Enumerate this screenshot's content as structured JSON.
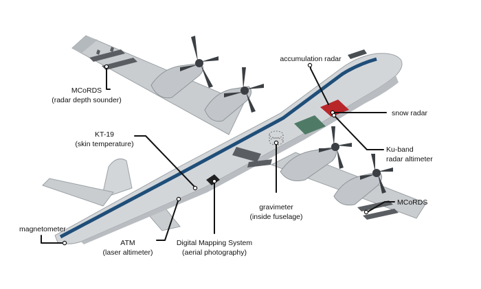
{
  "diagram": {
    "labels": {
      "mcords_left_1": "MCoRDS",
      "mcords_left_2": "(radar depth sounder)",
      "kt19_1": "KT-19",
      "kt19_2": "(skin temperature)",
      "magnetometer": "magnetometer",
      "atm_1": "ATM",
      "atm_2": "(laser altimeter)",
      "dms_1": "Digital Mapping System",
      "dms_2": "(aerial photography)",
      "gravimeter_1": "gravimeter",
      "gravimeter_2": "(inside fuselage)",
      "accumulation_radar": "accumulation radar",
      "snow_radar": "snow radar",
      "ku_band_1": "Ku-band",
      "ku_band_2": "radar altimeter",
      "mcords_right": "MCoRDS"
    },
    "colors": {
      "fuselage": "#d3d6d9",
      "wing": "#c9cdd0",
      "stripe": "#1f4e79",
      "snow_radar_panel": "#b8262a",
      "green_panel": "#4f7b66",
      "antenna": "#5a5e62",
      "propeller": "#3b3f43",
      "leader_line": "#111111"
    }
  }
}
